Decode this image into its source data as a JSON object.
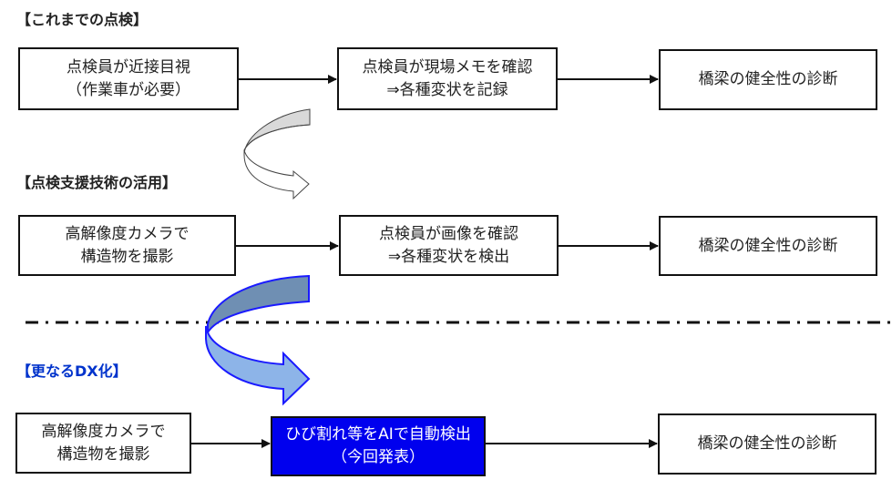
{
  "colors": {
    "highlight_fill": "#0000ee",
    "highlight_text": "#ffffff",
    "dx_heading": "#0033cc",
    "gray_arrow_fill": "#d9d9d9",
    "blue_arrow_dark": "#6f8fb3",
    "blue_arrow_light": "#8db4e8",
    "blue_arrow_stroke": "#1a1aff"
  },
  "sections": [
    {
      "heading": "【これまでの点検】",
      "steps": [
        {
          "lines": [
            "点検員が近接目視",
            "（作業車が必要）"
          ]
        },
        {
          "lines": [
            "点検員が現場メモを確認",
            "⇒各種変状を記録"
          ]
        },
        {
          "lines": [
            "橋梁の健全性の診断"
          ]
        }
      ]
    },
    {
      "heading": "【点検支援技術の活用】",
      "steps": [
        {
          "lines": [
            "高解像度カメラで",
            "構造物を撮影"
          ]
        },
        {
          "lines": [
            "点検員が画像を確認",
            "⇒各種変状を検出"
          ]
        },
        {
          "lines": [
            "橋梁の健全性の診断"
          ]
        }
      ]
    },
    {
      "heading": "【更なるDX化】",
      "steps": [
        {
          "lines": [
            "高解像度カメラで",
            "構造物を撮影"
          ]
        },
        {
          "lines": [
            "ひび割れ等をAIで自動検出",
            "（今回発表）"
          ]
        },
        {
          "lines": [
            "橋梁の健全性の診断"
          ]
        }
      ]
    }
  ],
  "icons": {
    "transition_1": "curved-arrow-gray",
    "transition_2": "curved-arrow-blue",
    "flow_arrow": "right-arrow"
  }
}
